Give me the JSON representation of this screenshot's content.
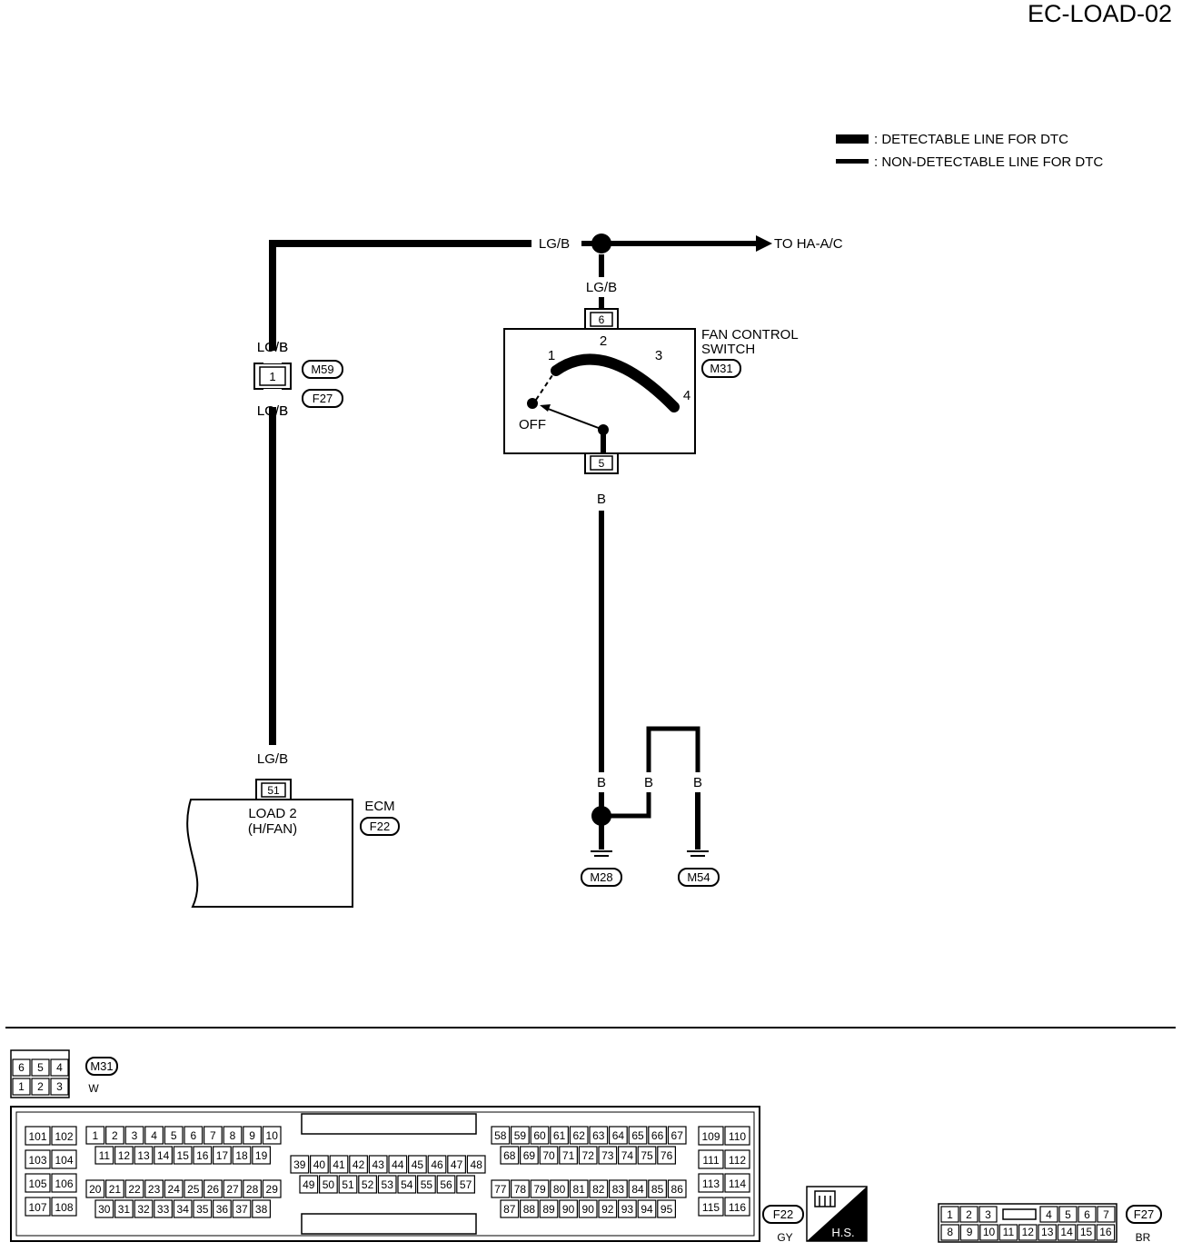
{
  "page_code": "EC-LOAD-02",
  "legend": {
    "detectable": ": DETECTABLE LINE FOR DTC",
    "non_detectable": ": NON-DETECTABLE LINE FOR DTC"
  },
  "wires": {
    "lgb": "LG/B",
    "b": "B",
    "to_hvac": "TO HA-A/C"
  },
  "connectors": {
    "m59": "M59",
    "f27": "F27",
    "m31": "M31",
    "f22": "F22",
    "m28": "M28",
    "m54": "M54"
  },
  "pins": {
    "m59_pin": "1",
    "switch_top": "6",
    "switch_bottom": "5",
    "ecm_pin": "51"
  },
  "fan_switch": {
    "title_line1": "FAN CONTROL",
    "title_line2": "SWITCH",
    "positions": [
      "1",
      "2",
      "3",
      "4"
    ],
    "off": "OFF"
  },
  "ecm": {
    "label": "ECM",
    "terminal_line1": "LOAD 2",
    "terminal_line2": "(H/FAN)"
  },
  "connector_views": {
    "m31": {
      "code": "M31",
      "color": "W",
      "top": [
        "6",
        "5",
        "4"
      ],
      "bottom": [
        "1",
        "2",
        "3"
      ]
    },
    "f22": {
      "code": "F22",
      "color": "GY",
      "left_pairs": [
        [
          "101",
          "102"
        ],
        [
          "103",
          "104"
        ],
        [
          "105",
          "106"
        ],
        [
          "107",
          "108"
        ]
      ],
      "right_pairs": [
        [
          "109",
          "110"
        ],
        [
          "111",
          "112"
        ],
        [
          "113",
          "114"
        ],
        [
          "115",
          "116"
        ]
      ],
      "group_a_row1": [
        "1",
        "2",
        "3",
        "4",
        "5",
        "6",
        "7",
        "8",
        "9",
        "10"
      ],
      "group_a_row2": [
        "11",
        "12",
        "13",
        "14",
        "15",
        "16",
        "17",
        "18",
        "19"
      ],
      "group_a_row3": [
        "20",
        "21",
        "22",
        "23",
        "24",
        "25",
        "26",
        "27",
        "28",
        "29"
      ],
      "group_a_row4": [
        "30",
        "31",
        "32",
        "33",
        "34",
        "35",
        "36",
        "37",
        "38"
      ],
      "group_b_row1": [
        "39",
        "40",
        "41",
        "42",
        "43",
        "44",
        "45",
        "46",
        "47",
        "48"
      ],
      "group_b_row2": [
        "49",
        "50",
        "51",
        "52",
        "53",
        "54",
        "55",
        "56",
        "57"
      ],
      "group_c_row1": [
        "58",
        "59",
        "60",
        "61",
        "62",
        "63",
        "64",
        "65",
        "66",
        "67"
      ],
      "group_c_row2": [
        "68",
        "69",
        "70",
        "71",
        "72",
        "73",
        "74",
        "75",
        "76"
      ],
      "group_c_row3": [
        "77",
        "78",
        "79",
        "80",
        "81",
        "82",
        "83",
        "84",
        "85",
        "86"
      ],
      "group_c_row4": [
        "87",
        "88",
        "89",
        "90",
        "90",
        "92",
        "93",
        "94",
        "95"
      ]
    },
    "hs": {
      "label": "H.S."
    },
    "f27": {
      "code": "F27",
      "color": "BR",
      "top": [
        "1",
        "2",
        "3",
        "4",
        "5",
        "6",
        "7"
      ],
      "bottom": [
        "8",
        "9",
        "10",
        "11",
        "12",
        "13",
        "14",
        "15",
        "16"
      ]
    }
  }
}
